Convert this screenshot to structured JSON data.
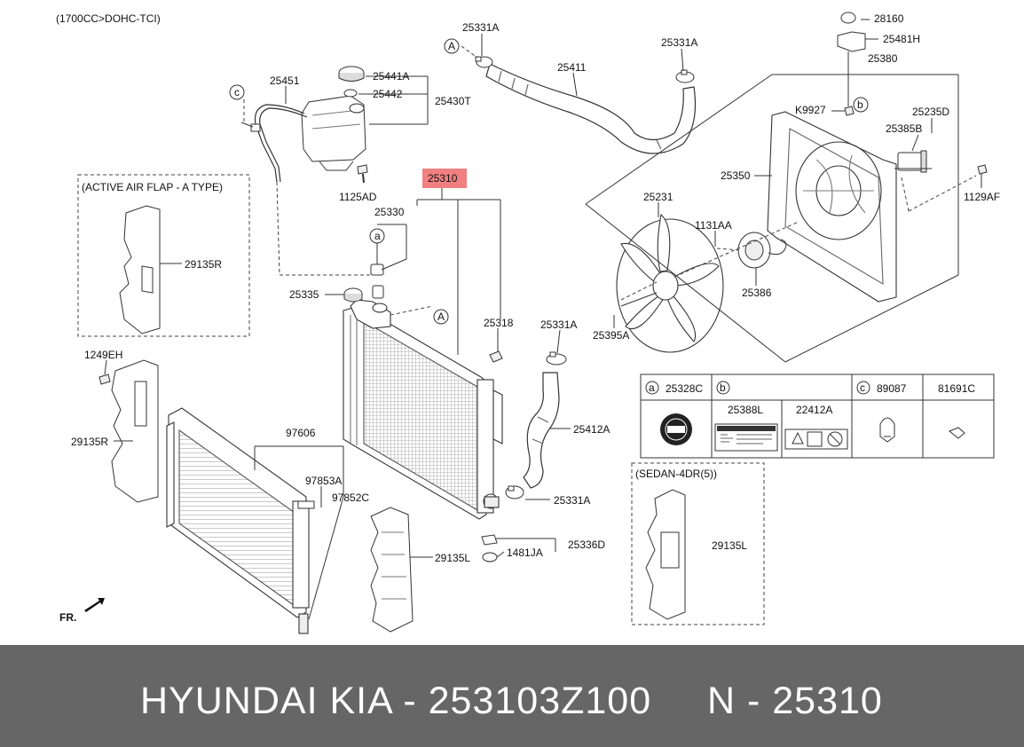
{
  "diagram": {
    "engine_note": "(1700CC>DOHC-TCI)",
    "fr_label": "FR.",
    "highlight_color": "#f08080",
    "line_color": "#333333",
    "labels": {
      "p25331A_1": "25331A",
      "p25331A_2": "25331A",
      "p25331A_3": "25331A",
      "p25331A_4": "25331A",
      "p25411": "25411",
      "p25451": "25451",
      "p25441A": "25441A",
      "p25442": "25442",
      "p25430T": "25430T",
      "p1125AD": "1125AD",
      "p25310": "25310",
      "p25330": "25330",
      "p25335": "25335",
      "p25318": "25318",
      "p25412A": "25412A",
      "p25336D": "25336D",
      "p1481JA": "1481JA",
      "p29135L_1": "29135L",
      "p29135L_2": "29135L",
      "p97606": "97606",
      "p97853A": "97853A",
      "p97852C": "97852C",
      "p1249EH": "1249EH",
      "p29135R_1": "29135R",
      "p29135R_2": "29135R",
      "p28160": "28160",
      "p25481H": "25481H",
      "p25380": "25380",
      "pK9927": "K9927",
      "p25235D": "25235D",
      "p25385B": "25385B",
      "p25350": "25350",
      "p1129AF": "1129AF",
      "p25231": "25231",
      "p1131AA": "1131AA",
      "p25386": "25386",
      "p25395A": "25395A"
    },
    "callouts": {
      "A1": "A",
      "A2": "A",
      "a1": "a",
      "b1": "b",
      "c1": "c"
    },
    "boxes": {
      "active_air_flap": "(ACTIVE AIR FLAP - A TYPE)",
      "sedan": "(SEDAN-4DR(5))"
    },
    "legend": {
      "a_label": "a",
      "a_part": "25328C",
      "b_label": "b",
      "b_part1": "25388L",
      "b_part2": "22412A",
      "c_label": "c",
      "c_part": "89087",
      "d_part": "81691C"
    }
  },
  "footer": {
    "brand": "HYUNDAI  KIA - 253103Z100",
    "oem": "N - 25310"
  }
}
